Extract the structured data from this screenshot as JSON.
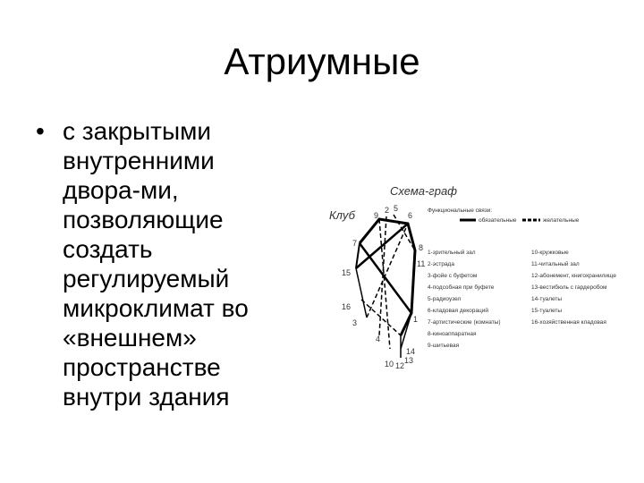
{
  "slide": {
    "title": "Атриумные",
    "bullet_symbol": "•",
    "bullet_lines": [
      "с закрытыми",
      "внутренними",
      "двора-ми,",
      "позволяющие",
      "создать",
      "регулируемый",
      "микроклимат во",
      "«внешнем»",
      "пространстве",
      "внутри здания"
    ]
  },
  "figure": {
    "heading_left": "Клуб",
    "heading_right": "Схема-граф",
    "links_label": "Функциональные связи:",
    "legend_required": "обязательные",
    "legend_optional": "желательные",
    "node_labels": [
      "7",
      "9",
      "2",
      "5",
      "6",
      "8",
      "11",
      "15",
      "16",
      "1",
      "4",
      "3",
      "10",
      "12",
      "13",
      "14"
    ],
    "rooms_col1": [
      "1-зрительный зал",
      "2-эстрада",
      "3-фойе с буфетом",
      "4-подсобная при буфете",
      "5-радиоузел",
      "6-кладовая декораций",
      "7-артистические (комнаты)",
      "8-киноаппаратная",
      "9-шитьевая"
    ],
    "rooms_col2": [
      "10-кружковые",
      "11-читальный зал",
      "12-абонемент, книгохранилище",
      "13-вестибюль с гардеробом",
      "14-туалеты",
      "15-туалеты",
      "16-хозяйственная кладовая"
    ]
  }
}
